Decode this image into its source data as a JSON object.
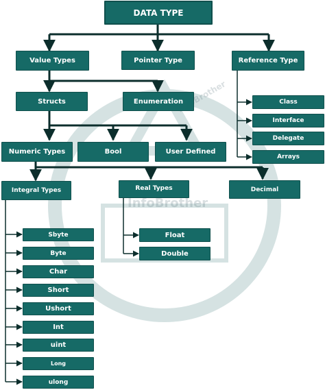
{
  "diagram": {
    "title": "DATA TYPE",
    "level1": [
      "Value Types",
      "Pointer Type",
      "Reference Type"
    ],
    "value_children": [
      "Structs",
      "Enumeration"
    ],
    "reference_children": [
      "Class",
      "Interface",
      "Delegate",
      "Arrays"
    ],
    "struct_children": [
      "Numeric Types",
      "Bool",
      "User Defined"
    ],
    "numeric_children": [
      "Integral Types",
      "Real Types",
      "Decimal"
    ],
    "integral_children": [
      "Sbyte",
      "Byte",
      "Char",
      "Short",
      "Ushort",
      "Int",
      "uint",
      "Long",
      "ulong"
    ],
    "real_children": [
      "Float",
      "Double"
    ]
  },
  "colors": {
    "box": "#166a66",
    "border": "#0f4f4c",
    "text": "#ffffff",
    "line": "#0c2e2c",
    "watermark": "#d5e2e2"
  },
  "watermark": {
    "text": "InfoBrother"
  }
}
